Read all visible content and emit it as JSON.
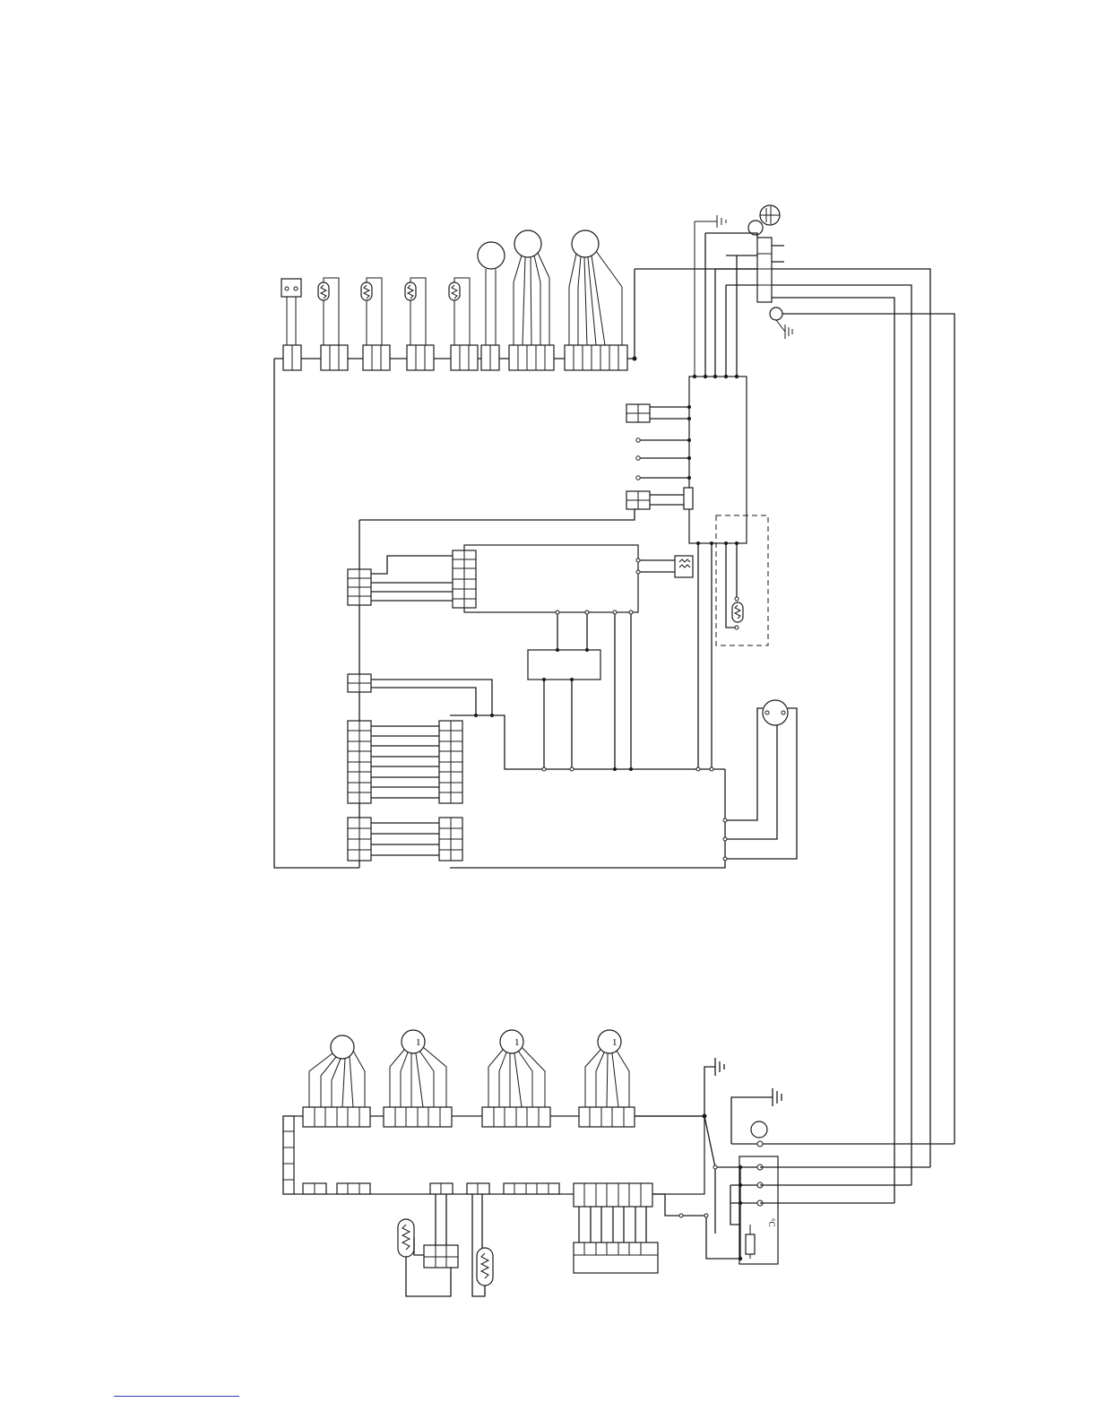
{
  "page": {
    "background": "#ffffff",
    "line_color": "#1a1a1a",
    "footer_rule_color": "#2a3fbf"
  },
  "diagram": {
    "kind": "wiring-schematic",
    "upper_board": {
      "top_connectors": [
        "sensor-switch",
        "thermistor-1",
        "thermistor-2",
        "thermistor-3",
        "thermistor-4",
        "motor-small",
        "motor-5wire",
        "motor-6wire"
      ],
      "symbols": [
        "ground-icon",
        "motor-circle-icon",
        "thermistor-icon",
        "fuse-icon"
      ]
    },
    "lower_board": {
      "top_connectors": [
        "motor-a",
        "motor-b",
        "motor-c",
        "motor-d"
      ],
      "symbols": [
        "ground-icon",
        "thermistor-icon",
        "fuse-icon",
        "terminal-block"
      ],
      "tiny_labels": [
        "1",
        "1",
        "1",
        "°C"
      ]
    }
  }
}
